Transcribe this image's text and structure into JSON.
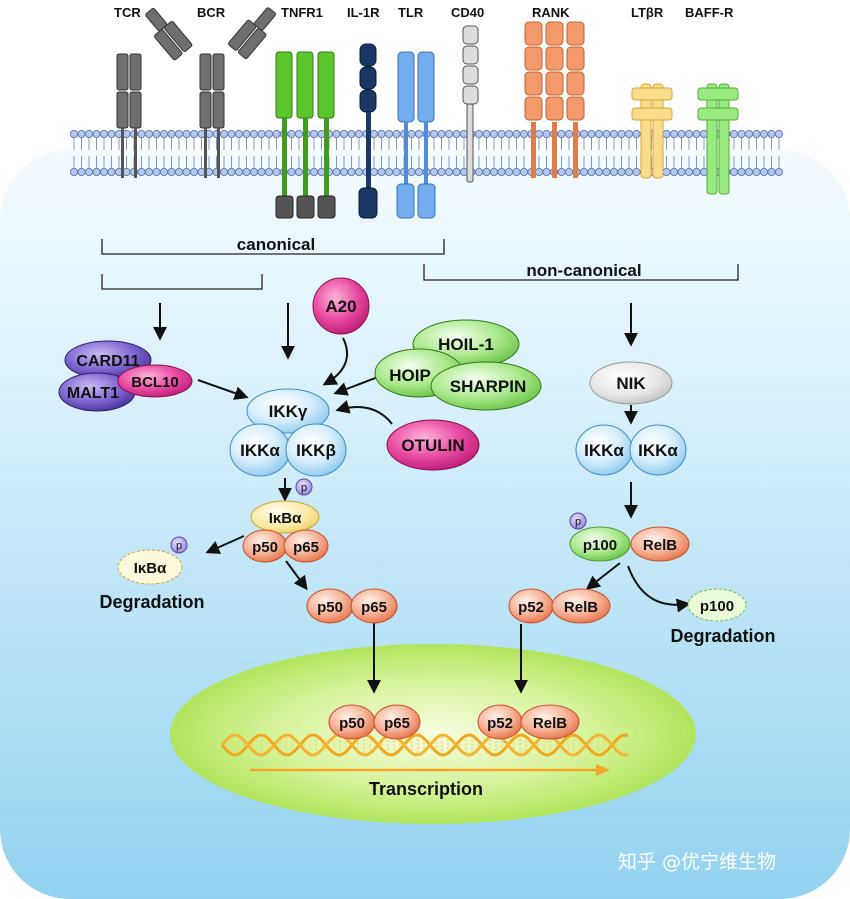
{
  "receptors": {
    "tcr": "TCR",
    "bcr": "BCR",
    "tnfr1": "TNFR1",
    "il1r": "IL-1R",
    "tlr": "TLR",
    "cd40": "CD40",
    "rank": "RANK",
    "ltbr": "LTβR",
    "baffr": "BAFF-R"
  },
  "pathways": {
    "canonical": "canonical",
    "non_canonical": "non-canonical"
  },
  "proteins": {
    "a20": "A20",
    "hoil1": "HOIL-1",
    "hoip": "HOIP",
    "sharpin": "SHARPIN",
    "otulin": "OTULIN",
    "card11": "CARD11",
    "malt1": "MALT1",
    "bcl10": "BCL10",
    "ikk_gamma": "IKKγ",
    "ikk_alpha": "IKKα",
    "ikk_beta": "IKKβ",
    "nik": "NIK",
    "ikba": "IκBα",
    "p50": "p50",
    "p65": "p65",
    "p100": "p100",
    "relb": "RelB",
    "p52": "p52",
    "phospho": "p"
  },
  "labels": {
    "degradation": "Degradation",
    "transcription": "Transcription"
  },
  "watermark": "知乎 @优宁维生物",
  "colors": {
    "cytoplasm_top": "#f4fbff",
    "cytoplasm_bottom": "#92d2f0",
    "nucleus": "#c9ef7a",
    "tcr_bcr": "#6f6f6f",
    "tnfr1": "#5bc72d",
    "il1r": "#1b3766",
    "tlr": "#74adee",
    "cd40": "#d9d9d9",
    "rank": "#f29a6c",
    "ltbr": "#fbdc8a",
    "baffr": "#9bea80",
    "magenta": "#e63c9a",
    "hoip_green": "#8fdc6c",
    "ikk_blue": "#c6e6f8",
    "nfkb_orange": "#f5a687",
    "ikba_yellow": "#f8e79a",
    "p100_green": "#c7f2a3",
    "purple": "#8e7ad6",
    "dna": "#f5b22c"
  }
}
